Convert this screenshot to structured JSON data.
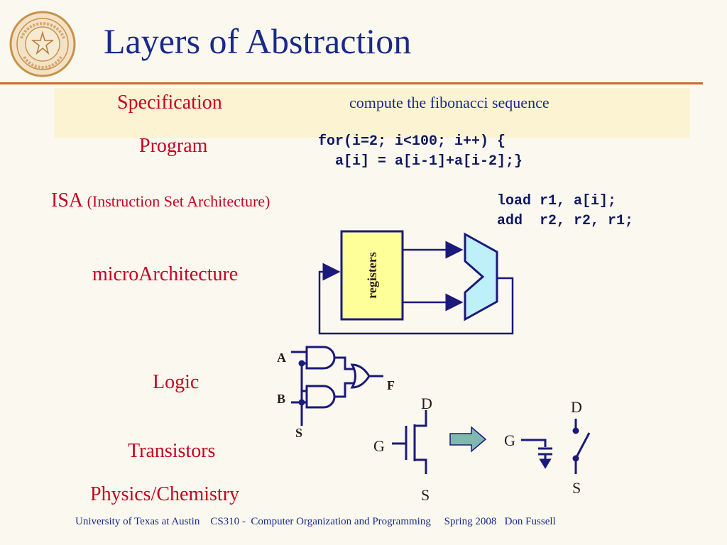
{
  "slide": {
    "title": "Layers of Abstraction"
  },
  "logo": {
    "icon": "university-seal-icon"
  },
  "layers": {
    "specification": "Specification",
    "program": "Program",
    "isa": "ISA",
    "isa_full": "(Instruction Set Architecture)",
    "microarchitecture": "microArchitecture",
    "logic": "Logic",
    "transistors": "Transistors",
    "physics": "Physics/Chemistry"
  },
  "examples": {
    "specification": "compute the fibonacci sequence",
    "program_line1": "for(i=2; i<100; i++) {",
    "program_line2": "  a[i] = a[i-1]+a[i-2];}",
    "isa_line1": "load r1, a[i];",
    "isa_line2": "add  r2, r2, r1;"
  },
  "diagram": {
    "registers_label": "registers",
    "logic_a": "A",
    "logic_b": "B",
    "logic_s": "S",
    "logic_f": "F",
    "transistor_d": "D",
    "transistor_g": "G",
    "transistor_s": "S",
    "switch_d": "D",
    "switch_g": "G",
    "switch_s": "S",
    "colors": {
      "registers_fill": "#ffff99",
      "alu_fill": "#bdf0f8",
      "arrow_fill": "#7fb8b0",
      "wire": "#1a1a7a"
    }
  },
  "footer": {
    "text": "University of Texas at Austin    CS310 -  Computer Organization and Programming     Spring 2008   Don Fussell"
  }
}
